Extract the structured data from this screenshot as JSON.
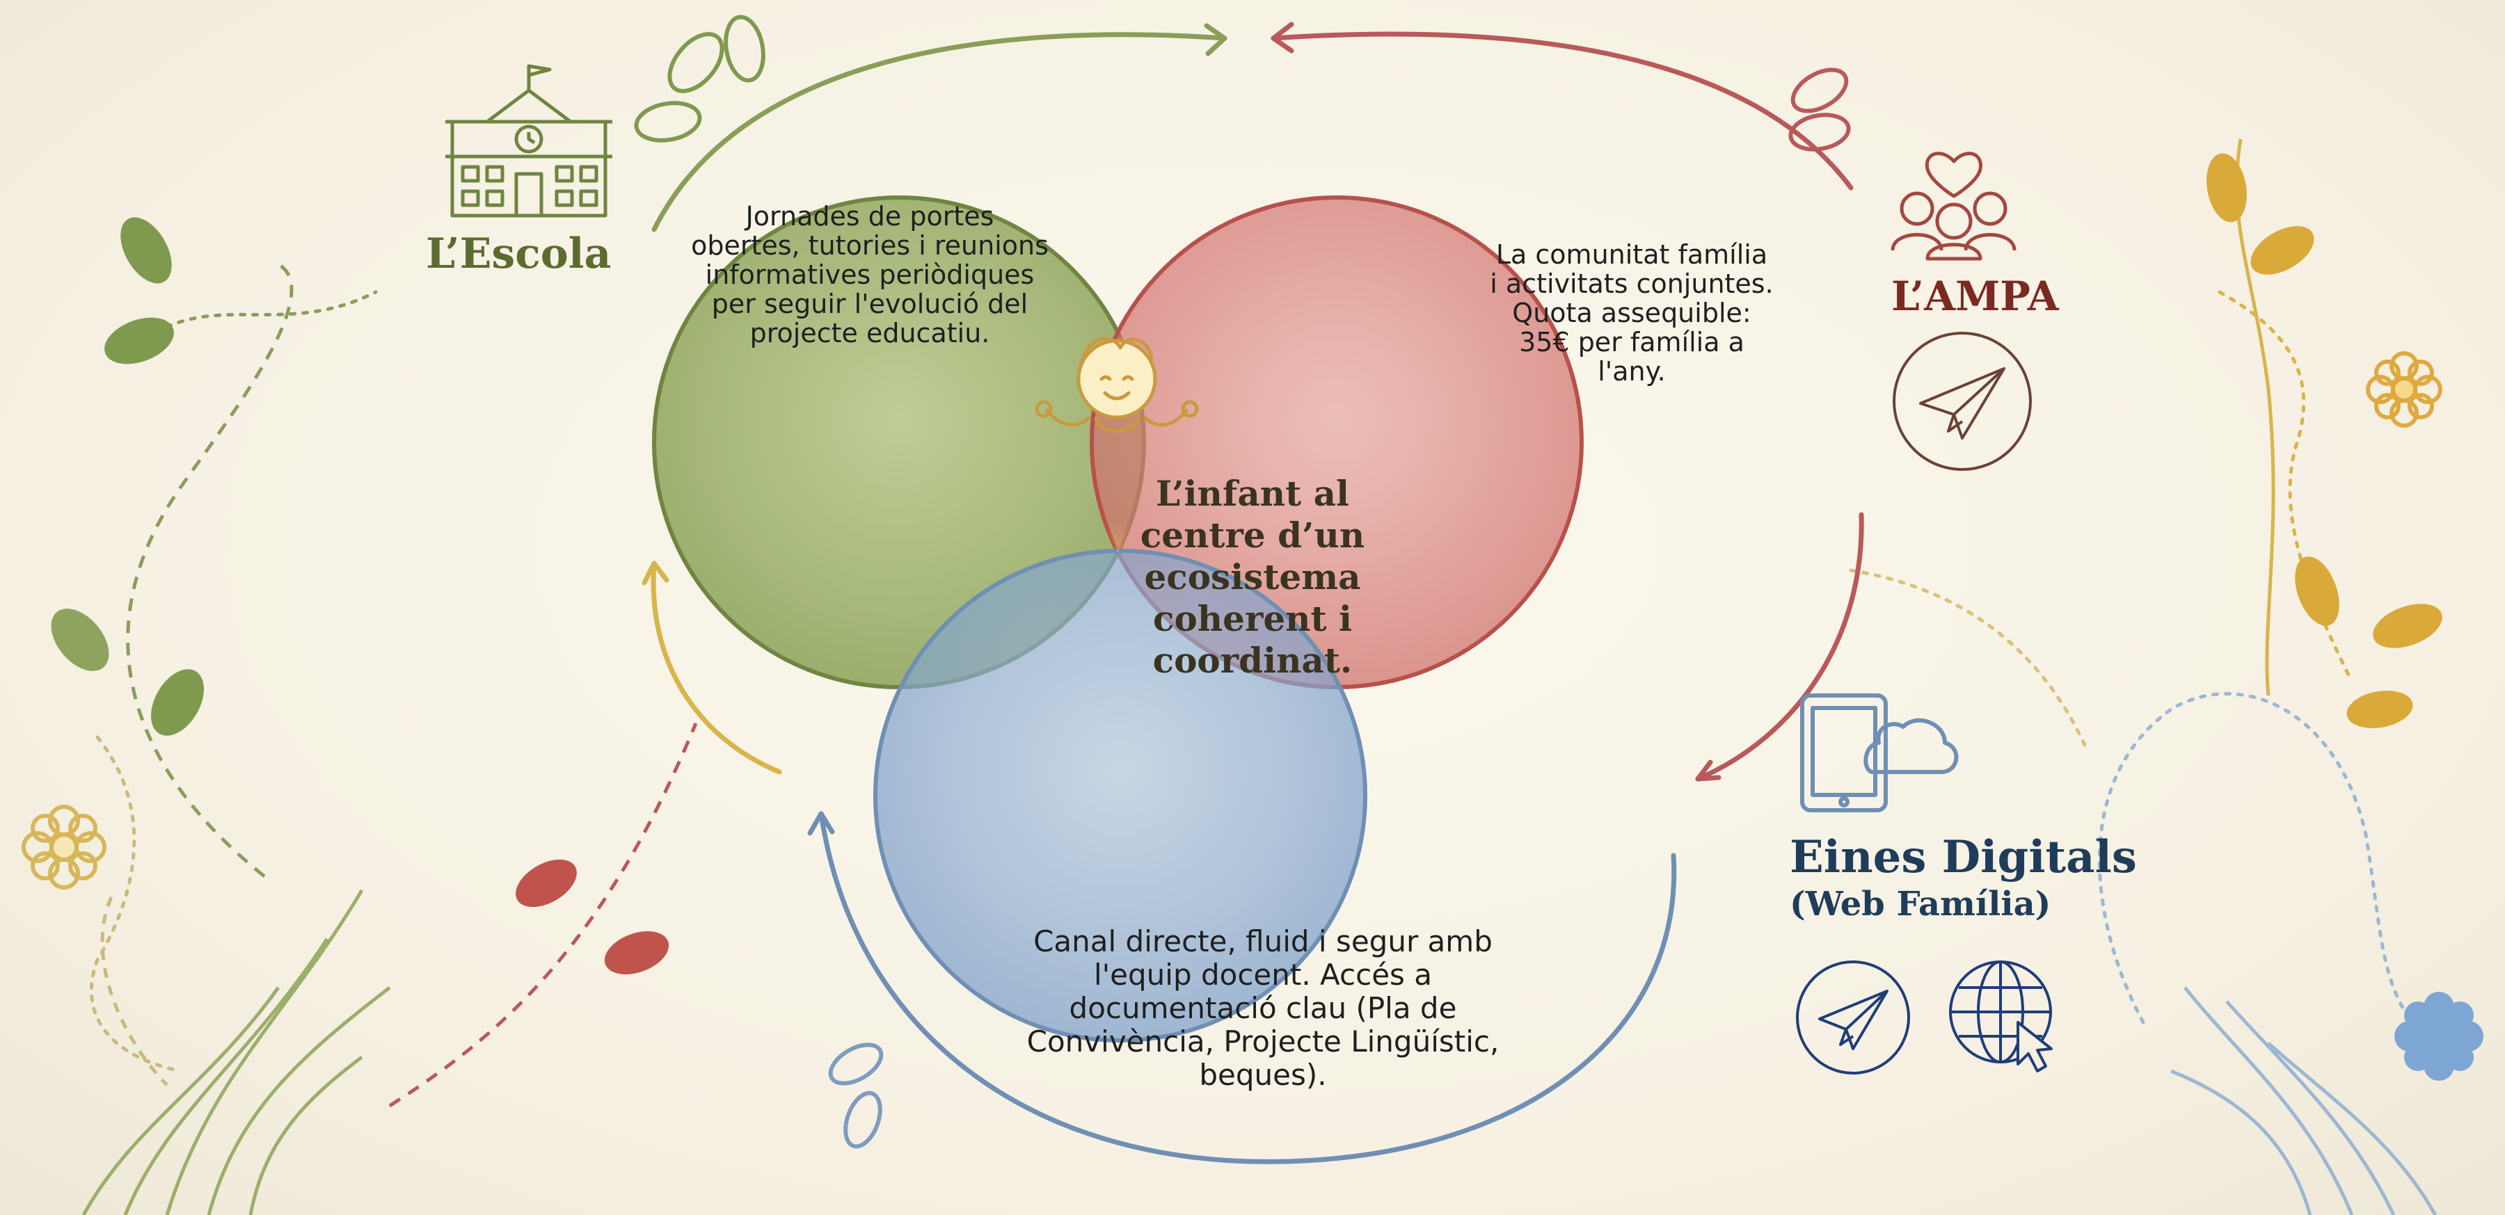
{
  "diagram": {
    "center_label": "L’infant al centre d’un ecosistema coherent i coordinat.",
    "escola": {
      "title": "L’Escola",
      "text": "Jornades de portes obertes, tutories i reunions informatives periòdiques per seguir l'evolució del projecte educatiu."
    },
    "ampa": {
      "title": "L’AMPA",
      "text": "La comunitat família i activitats conjuntes. Quota assequible: 35€ per família a l'any."
    },
    "digital": {
      "title": "Eines Digitals",
      "subtitle": "(Web Família)",
      "text": "Canal directe, fluid i segur amb l'equip docent. Accés a documentació clau (Pla de Convivència, Projecte Lingüístic, beques)."
    },
    "colors": {
      "escola": "#8fa65a",
      "ampa": "#d98683",
      "digital": "#8eaed3",
      "center_glow": "#f5d45a",
      "escola_title": "#5c6b2e",
      "ampa_title": "#7a2a22",
      "digital_title": "#1f3d5a"
    },
    "icons": [
      "school-building-icon",
      "people-heart-icon",
      "paper-plane-icon",
      "tablet-cloud-icon",
      "globe-cursor-icon",
      "child-icon"
    ]
  }
}
